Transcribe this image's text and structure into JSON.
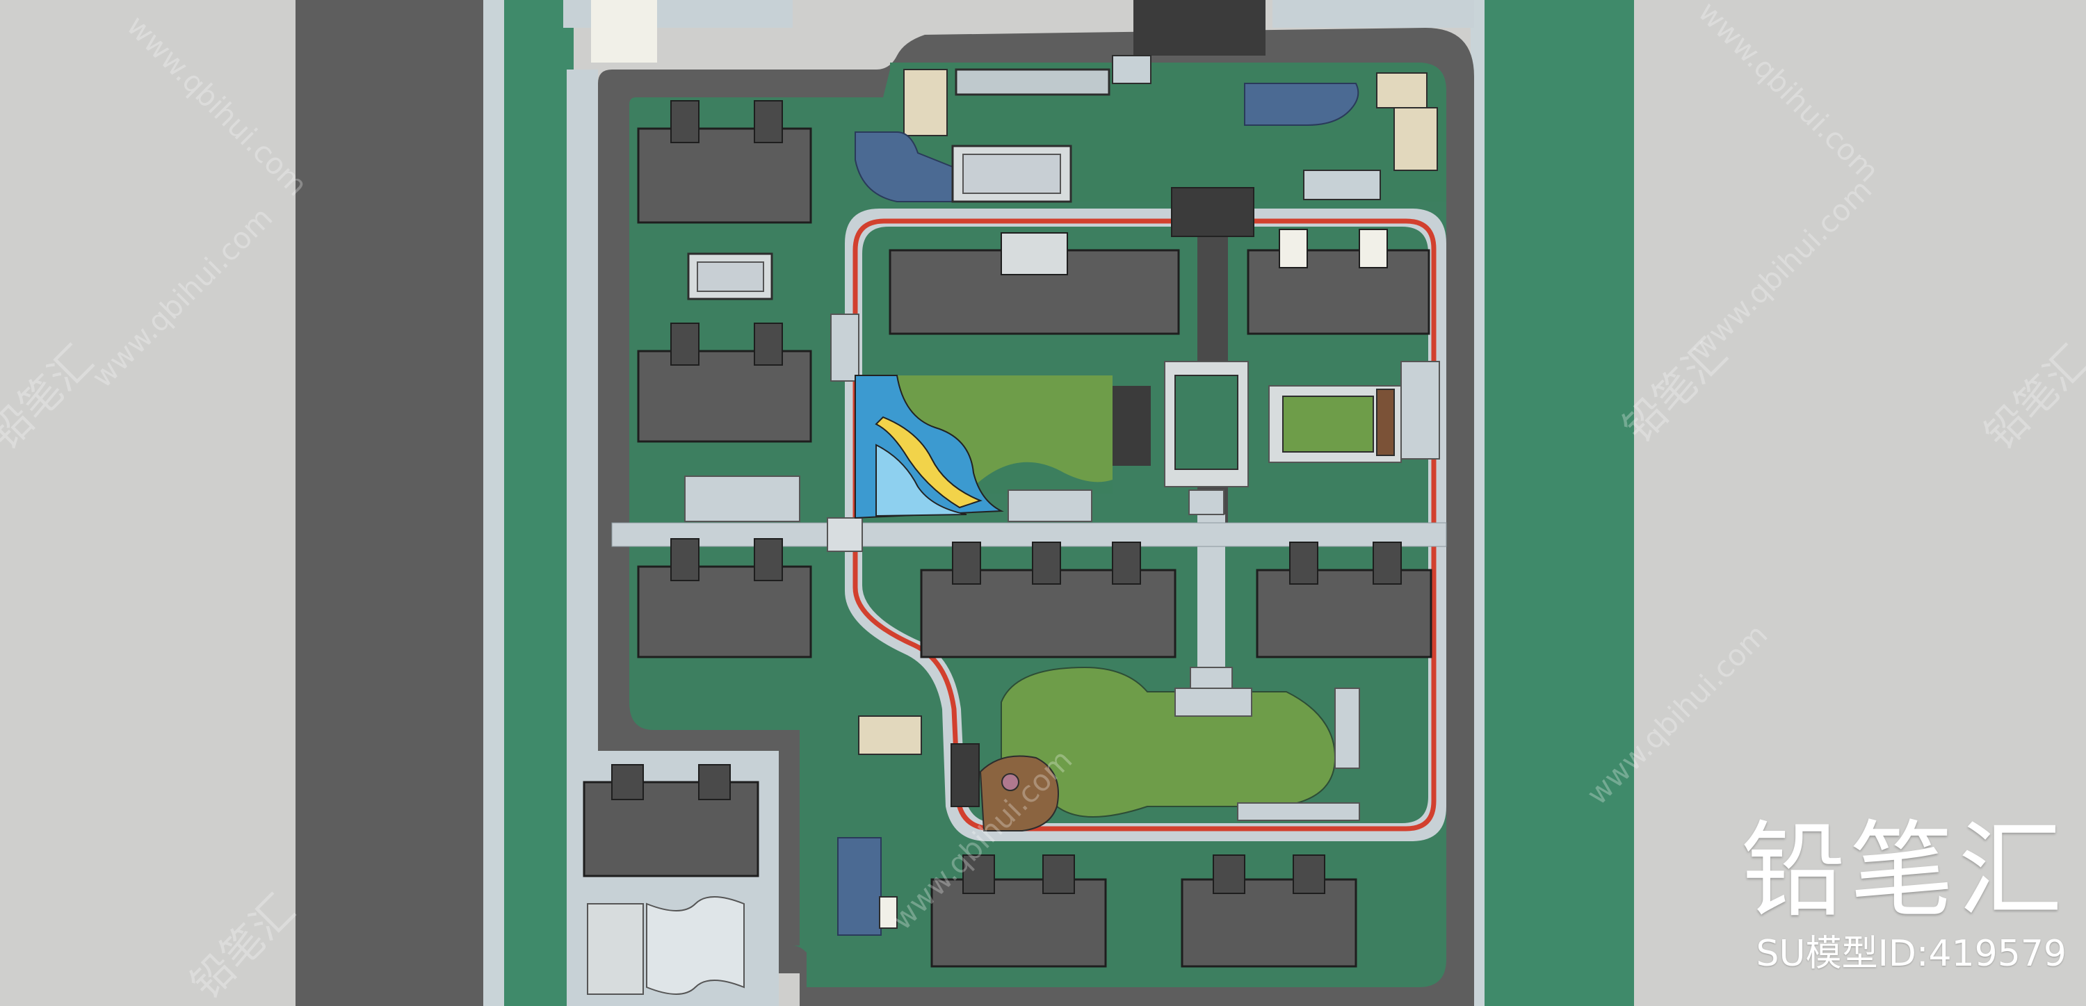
{
  "brand": {
    "logo_text": "铅笔汇",
    "model_id_label": "SU模型ID:419579"
  },
  "watermark": {
    "url_text": "www.qbihui.com",
    "logo_text": "铅笔汇"
  },
  "colors": {
    "background_gray": "#cfcfcd",
    "road_dark": "#5f5f5f",
    "belt_green": "#3f8a6a",
    "site_green": "#3d7f60",
    "lawn_green": "#6f9e4a",
    "building_gray": "#5c5c5c",
    "paving_light": "#c6d1d6",
    "water_blue": "#4c6a93",
    "running_track_red": "#d2402e",
    "playground_blue": "#3c9ad0",
    "sand_beige": "#e2d8bd",
    "brand_white": "#ffffff"
  }
}
